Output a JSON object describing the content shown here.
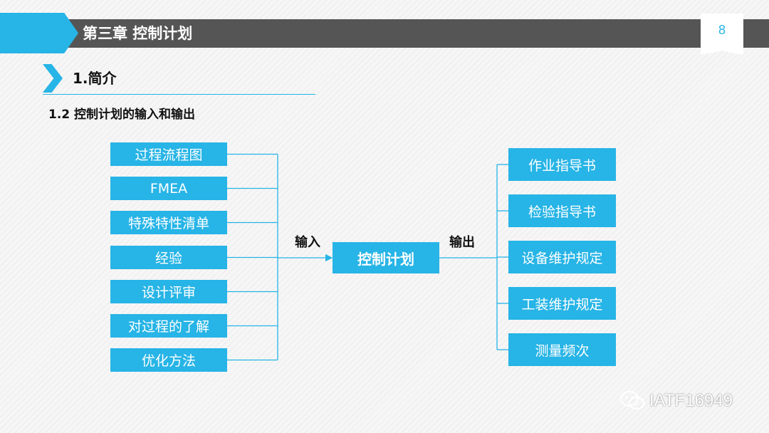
{
  "header": {
    "title": "第三章 控制计划",
    "page_number": "8"
  },
  "section": {
    "title": "1.简介",
    "subtitle": "1.2 控制计划的输入和输出"
  },
  "diagram": {
    "inputs": [
      "过程流程图",
      "FMEA",
      "特殊特性清单",
      "经验",
      "设计评审",
      "对过程的了解",
      "优化方法"
    ],
    "input_label": "输入",
    "center": "控制计划",
    "output_label": "输出",
    "outputs": [
      "作业指导书",
      "检验指导书",
      "设备维护规定",
      "工装维护规定",
      "测量频次"
    ]
  },
  "colors": {
    "accent": "#27b4e6",
    "header_bar": "#555555",
    "line": "#27b4e6"
  },
  "watermark": {
    "icon": "wechat-icon",
    "text": "IATF16949"
  }
}
